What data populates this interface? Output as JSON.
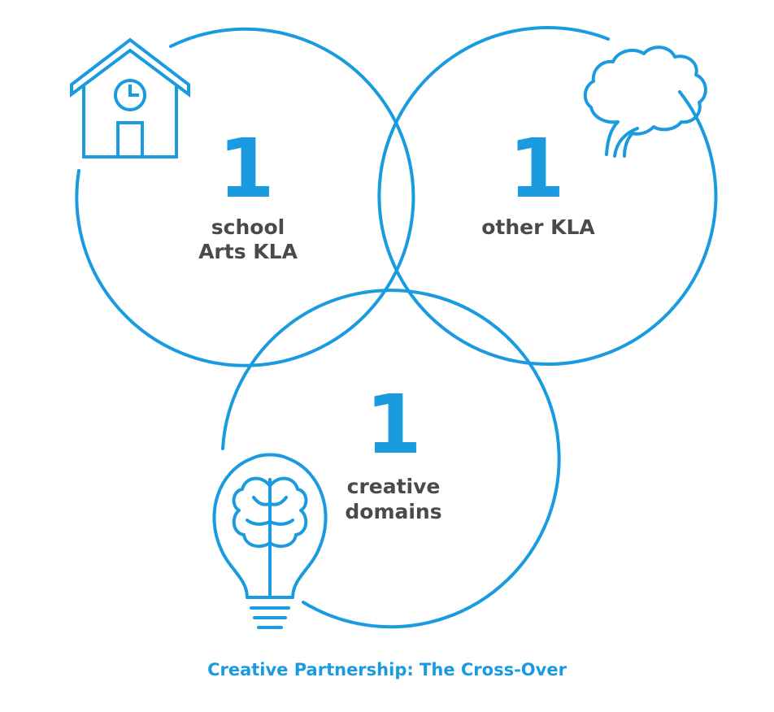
{
  "colors": {
    "accent": "#1a9be0",
    "text": "#4a4a4a",
    "background": "#ffffff"
  },
  "circles": [
    {
      "name": "school",
      "number": "1",
      "label_line1": "school",
      "label_line2": "Arts KLA",
      "icon": "school-house-clock-icon"
    },
    {
      "name": "other",
      "number": "1",
      "label_line1": "other KLA",
      "icon": "tree-icon"
    },
    {
      "name": "creative",
      "number": "1",
      "label_line1": "creative",
      "label_line2": "domains",
      "icon": "lightbulb-brain-icon"
    }
  ],
  "caption": "Creative Partnership: The Cross-Over"
}
